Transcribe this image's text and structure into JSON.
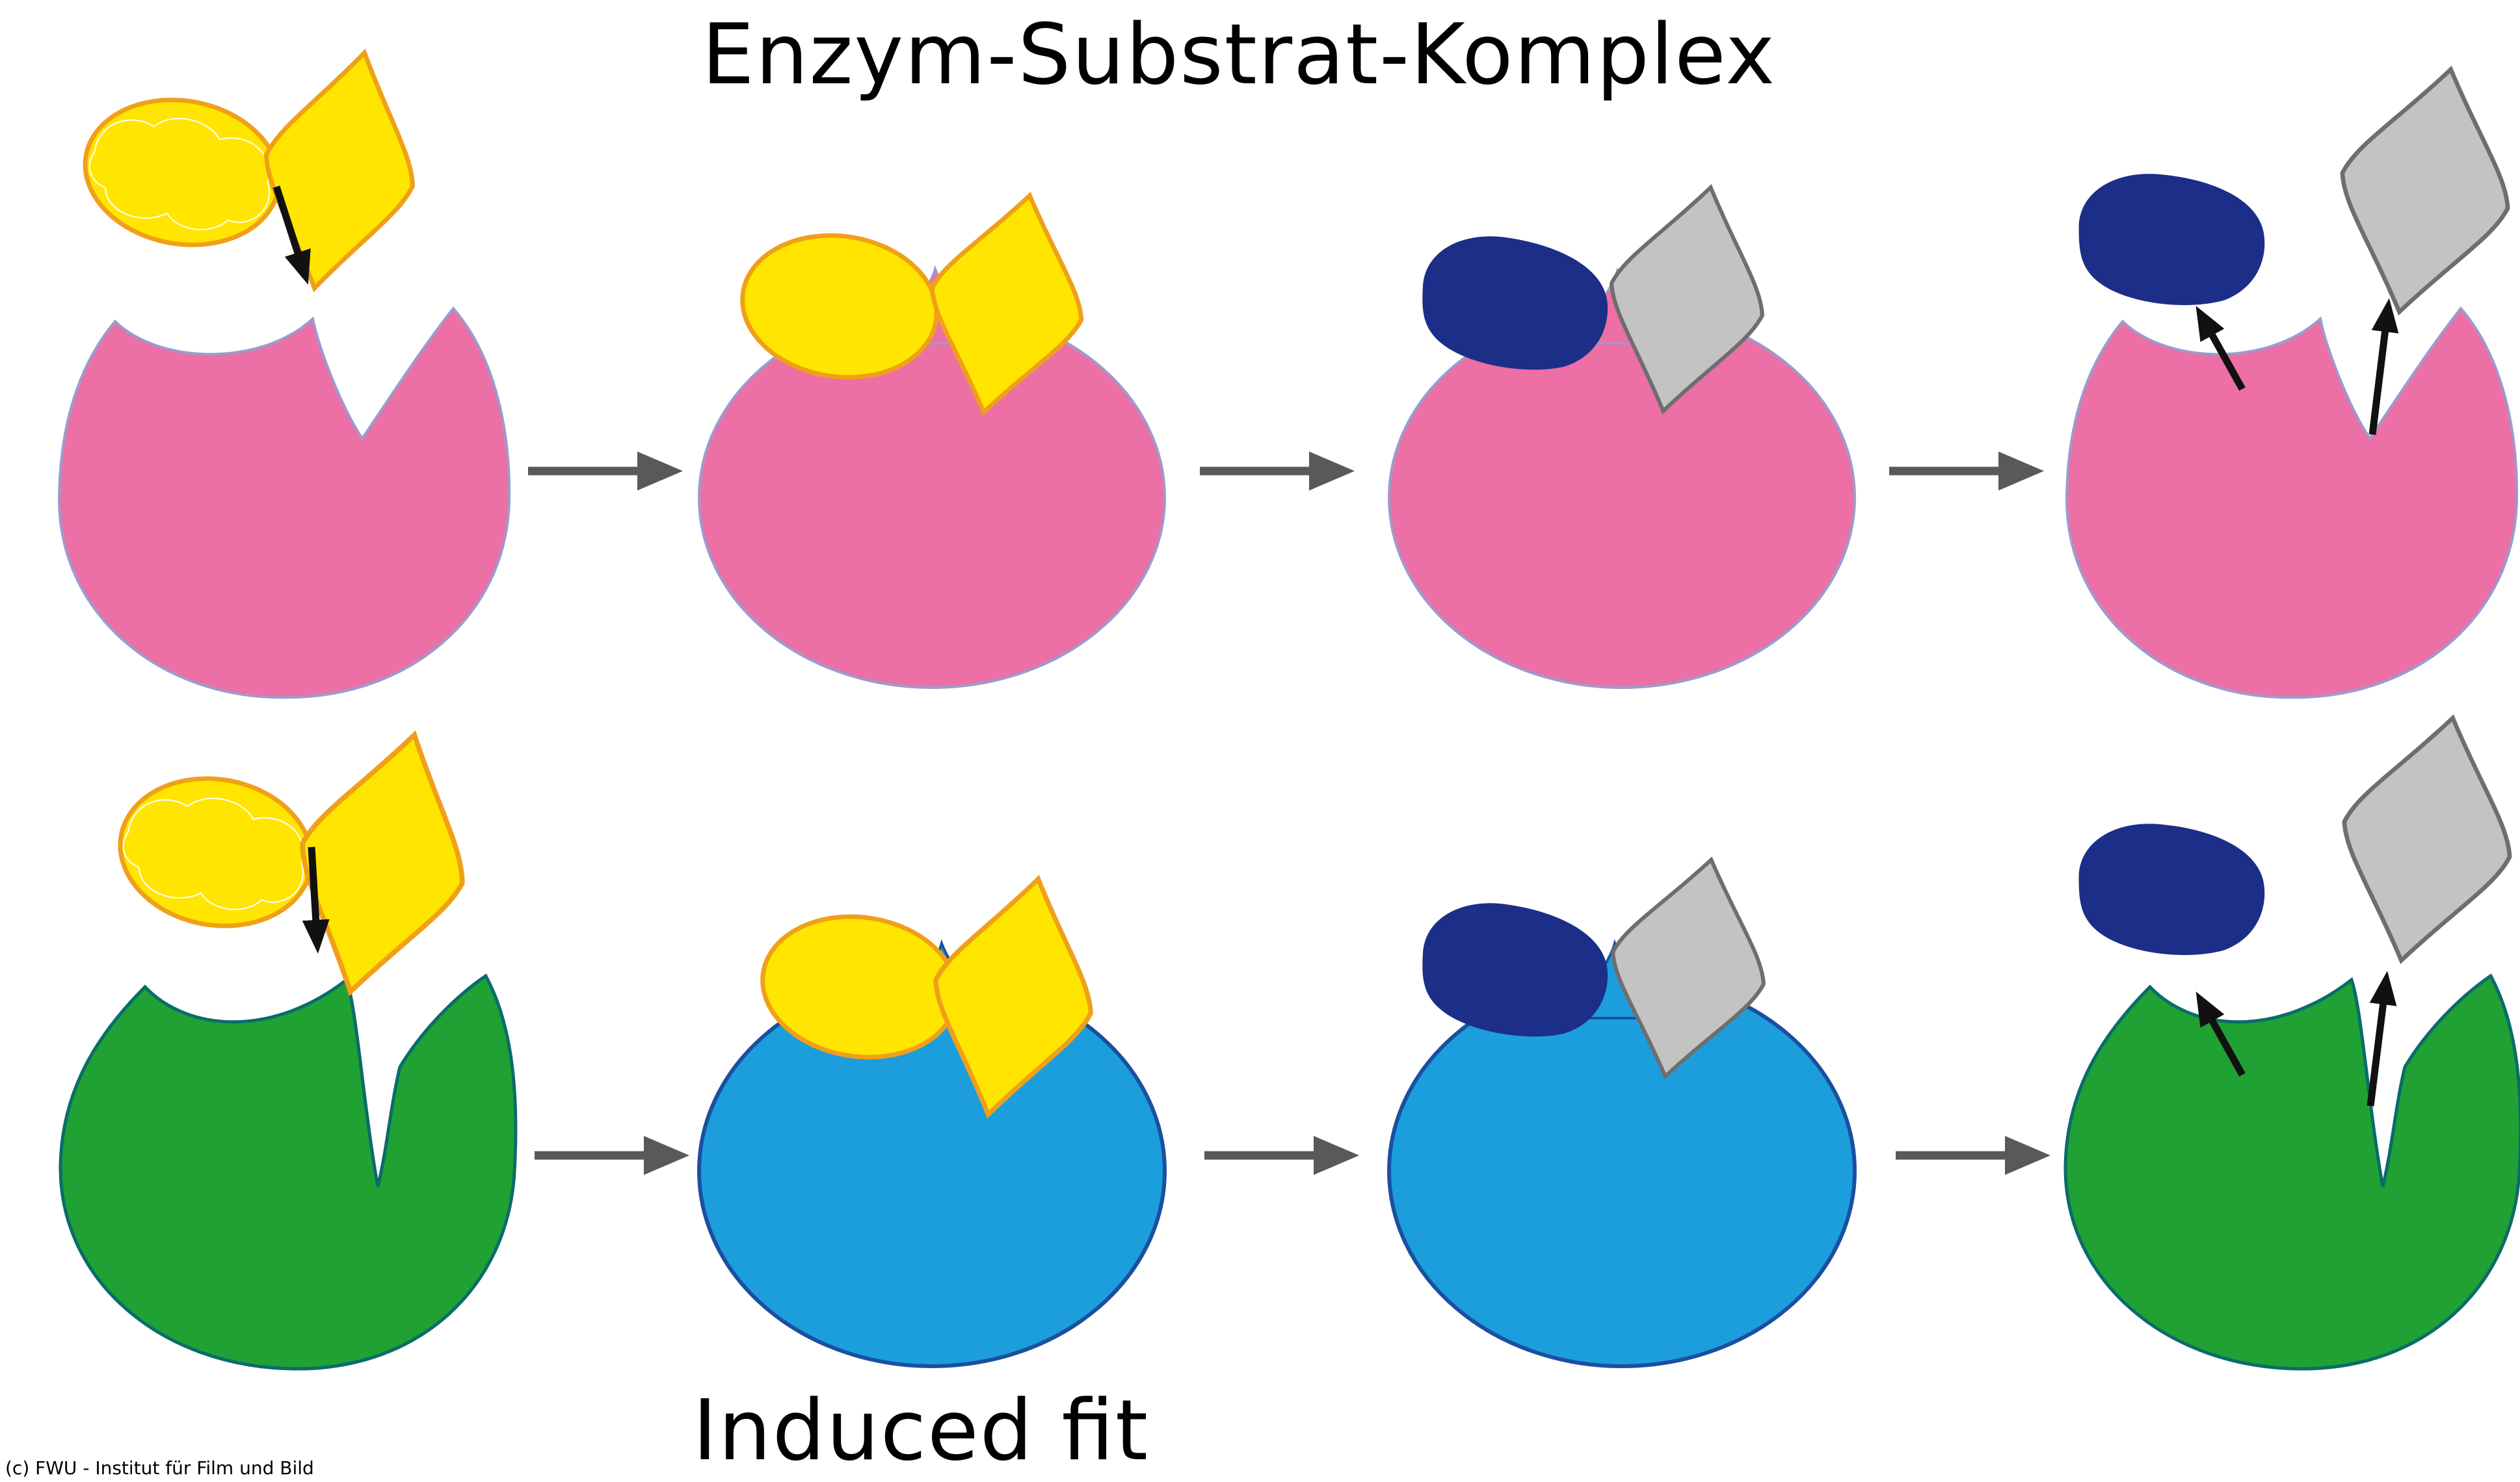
{
  "title": "Enzym-Substrat-Komplex",
  "bottom_label": "Induced fit",
  "copyright": "(c) FWU - Institut für Film und Bild",
  "icons": {
    "binding_arrow": "black-down-arrow-icon",
    "release_arrow": "black-up-arrow-icon",
    "step_arrow": "gray-right-arrow-icon"
  },
  "colors": {
    "background": "#ffffff",
    "text": "#000000",
    "enzyme_pink": "#ec6fa5",
    "enzyme_pink_outline": "#9a9ccd",
    "enzyme_green": "#1fa133",
    "enzyme_green_outline": "#0b6b6b",
    "enzyme_blue": "#1c9edc",
    "enzyme_blue_outline": "#1b4f9f",
    "substrate_yellow": "#ffe500",
    "substrate_yellow_outline": "#f0a018",
    "product_navy": "#1c2e87",
    "product_gray": "#c3c3c3",
    "product_gray_outline": "#6e6e6e",
    "flow_arrow_gray": "#595959",
    "motion_arrow_black": "#111111"
  }
}
